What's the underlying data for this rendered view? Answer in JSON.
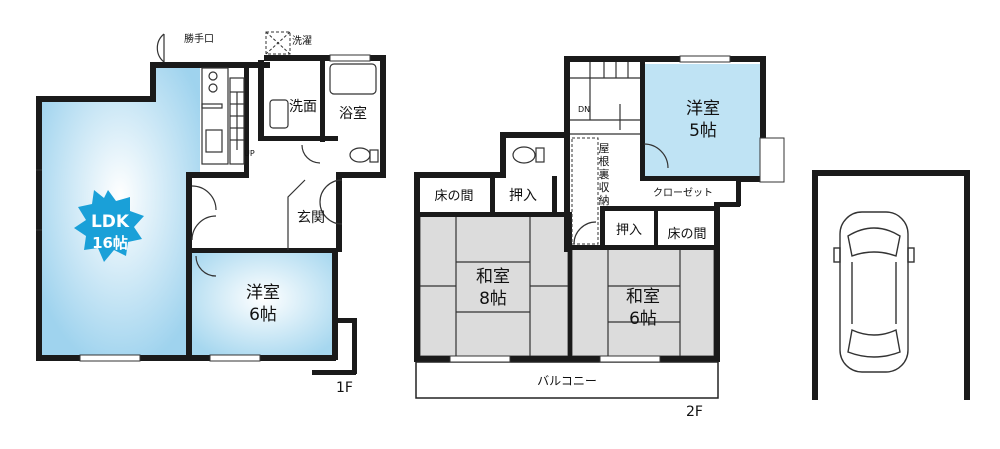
{
  "floor1": {
    "label": "1F",
    "ldk": "LDK",
    "ldk_size": "16帖",
    "western_room": "洋室",
    "western_size": "6帖",
    "washroom": "洗面",
    "bathroom": "浴室",
    "entrance": "玄関",
    "back_door": "勝手口",
    "laundry": "洗濯",
    "up": "UP"
  },
  "floor2": {
    "label": "2F",
    "western_room": "洋室",
    "western_size": "5帖",
    "japanese_room_a": "和室",
    "japanese_size_a": "8帖",
    "japanese_room_b": "和室",
    "japanese_size_b": "6帖",
    "alcove_a": "床の間",
    "alcove_b": "床の間",
    "closet_a": "押入",
    "closet_b": "押入",
    "closet_w": "クローゼット",
    "attic": [
      "屋",
      "根",
      "裏",
      "収",
      "納"
    ],
    "balcony": "バルコニー",
    "dn": "DN"
  },
  "colors": {
    "room_blue": "#bfe3f4",
    "badge": "#1aa0d8",
    "tatami": "#dcdcdc"
  }
}
